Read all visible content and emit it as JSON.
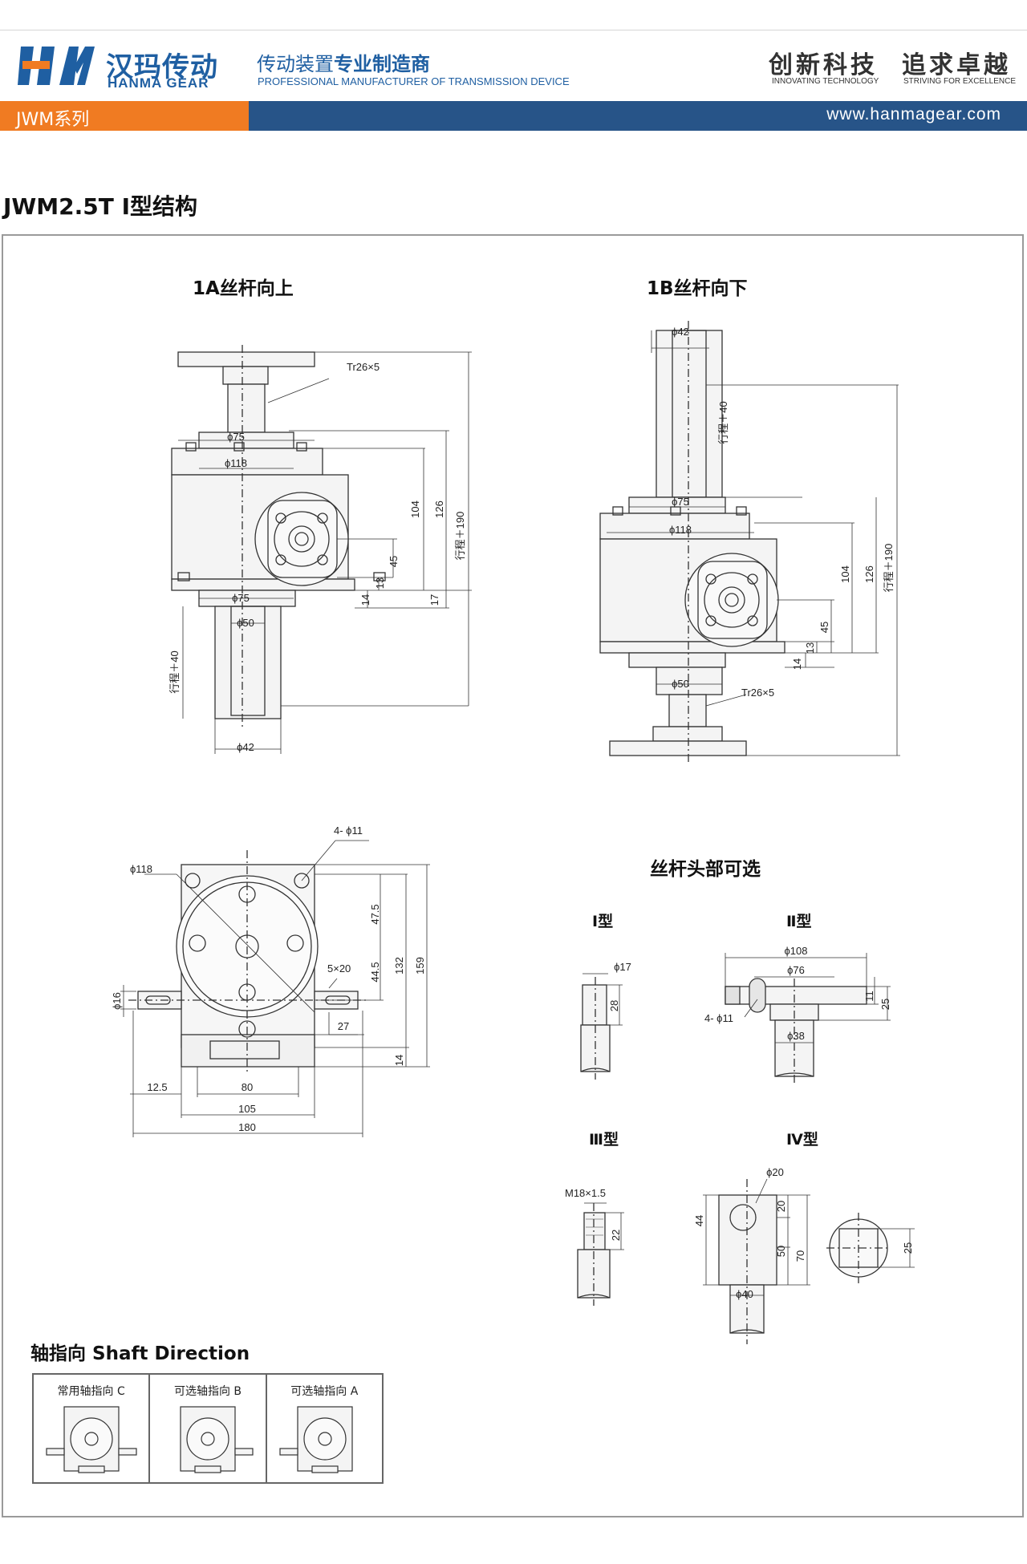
{
  "header": {
    "brand_cn": "汉玛传动",
    "brand_en": "HANMA GEAR",
    "slogan_cn_a": "传动装置",
    "slogan_cn_b": "专业制造商",
    "slogan_en": "PROFESSIONAL MANUFACTURER OF TRANSMISSION DEVICE",
    "motto_1": "创新科技",
    "motto_1_en": "INNOVATING TECHNOLOGY",
    "motto_2": "追求卓越",
    "motto_2_en": "STRIVING FOR EXCELLENCE",
    "series": "JWM系列",
    "url": "www.hanmagear.com"
  },
  "page_title": "JWM2.5T I型结构",
  "views": {
    "up_title": "1A丝杆向上",
    "down_title": "1B丝杆向下",
    "head_options_title": "丝杆头部可选",
    "type1": "Ⅰ型",
    "type2": "Ⅱ型",
    "type3": "Ⅲ型",
    "type4": "Ⅳ型"
  },
  "dims": {
    "thread": "Tr26×5",
    "phi75": "ϕ75",
    "phi118": "ϕ118",
    "phi50": "ϕ50",
    "phi42": "ϕ42",
    "d104": "104",
    "d126": "126",
    "stroke190": "行程＋190",
    "stroke40": "行程＋40",
    "d45": "45",
    "d13": "13",
    "d14": "14",
    "d17": "17",
    "holes4": "4- ϕ11",
    "phi118b": "ϕ118",
    "phi16": "ϕ16",
    "key": "5×20",
    "d47_5": "47.5",
    "d44_5": "44.5",
    "d132": "132",
    "d159": "159",
    "d27": "27",
    "d12_5": "12.5",
    "d80": "80",
    "d105": "105",
    "d180": "180",
    "t1_phi17": "ϕ17",
    "t1_28": "28",
    "t2_phi108": "ϕ108",
    "t2_phi76": "ϕ76",
    "t2_11": "11",
    "t2_25": "25",
    "t2_holes": "4- ϕ11",
    "t2_phi38": "ϕ38",
    "t3_thread": "M18×1.5",
    "t3_22": "22",
    "t4_phi20": "ϕ20",
    "t4_44": "44",
    "t4_20": "20",
    "t4_50": "50",
    "t4_70": "70",
    "t4_phi40": "ϕ40",
    "t4_25": "25"
  },
  "shaft_direction": {
    "title": "轴指向 Shaft Direction",
    "options": [
      "常用轴指向 C",
      "可选轴指向 B",
      "可选轴指向 A"
    ]
  }
}
